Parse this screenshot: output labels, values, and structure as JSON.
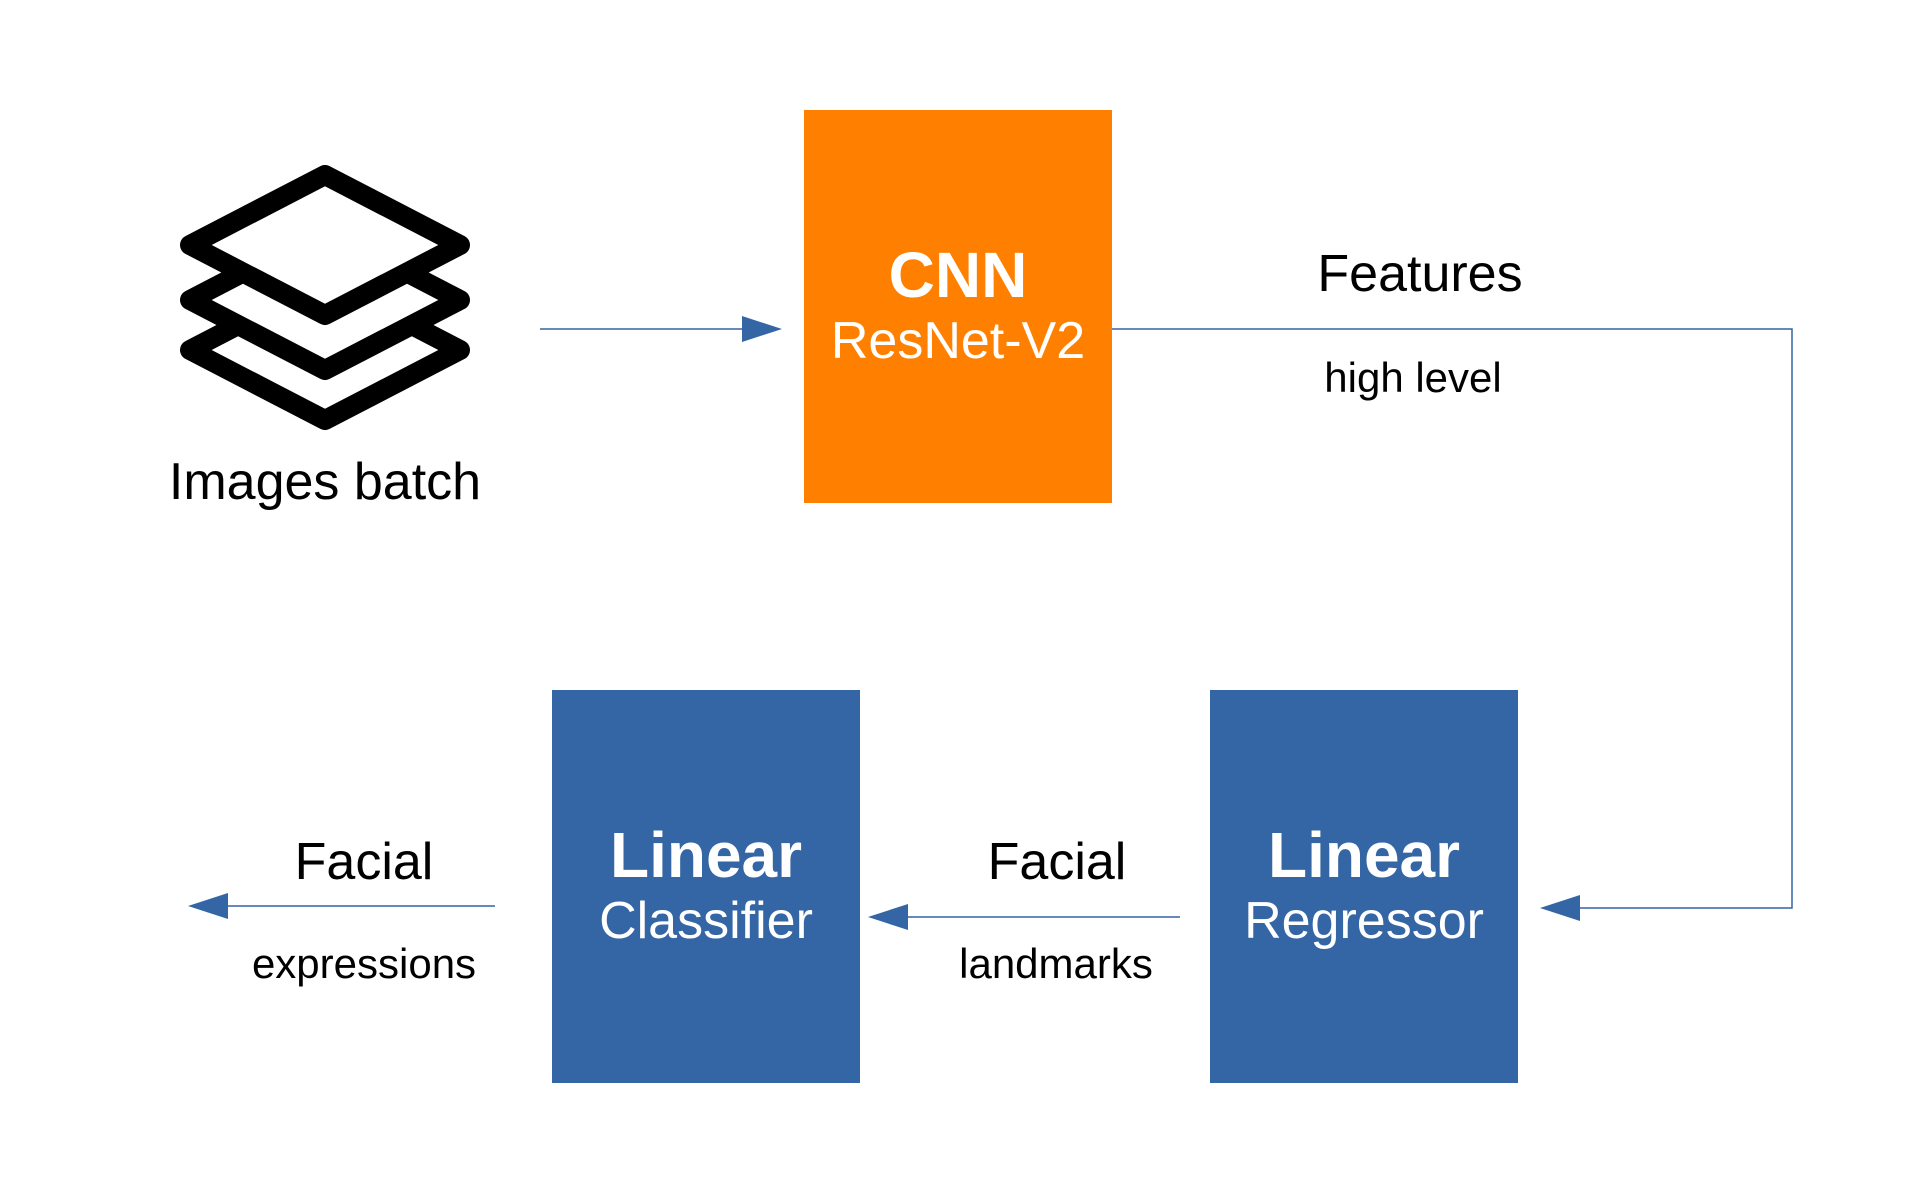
{
  "input": {
    "icon": "layers-stack-icon",
    "label": "Images batch"
  },
  "cnn": {
    "title": "CNN",
    "subtitle": "ResNet-V2",
    "color": "#ff8000"
  },
  "features": {
    "title": "Features",
    "subtitle": "high level"
  },
  "regressor": {
    "title": "Linear",
    "subtitle": "Regressor",
    "color": "#3465a4"
  },
  "landmarks": {
    "title": "Facial",
    "subtitle": "landmarks"
  },
  "classifier": {
    "title": "Linear",
    "subtitle": "Classifier",
    "color": "#3465a4"
  },
  "expressions": {
    "title": "Facial",
    "subtitle": "expressions"
  },
  "connector_color": "#3465a4"
}
